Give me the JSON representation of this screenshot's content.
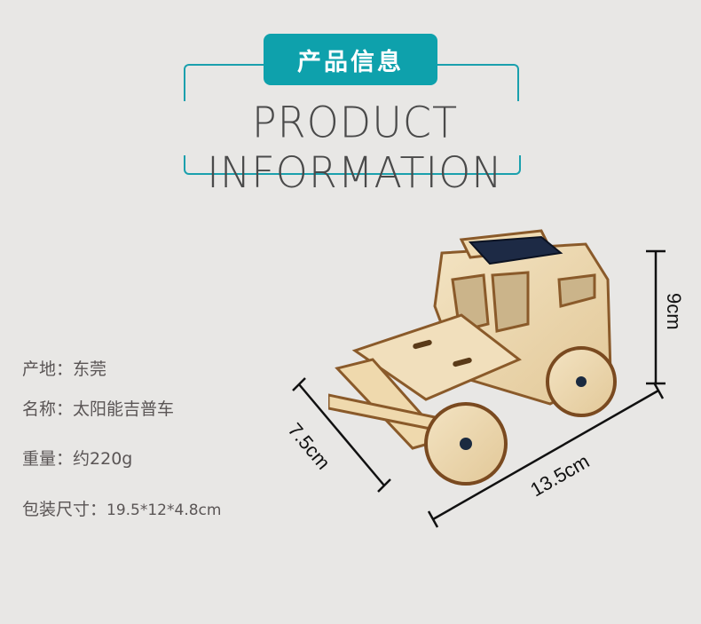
{
  "header": {
    "title_cn": "产品信息",
    "title_en": "PRODUCT INFORMATION",
    "accent_color": "#0ea1ac"
  },
  "specs": [
    {
      "label": "产地：",
      "value": "东莞"
    },
    {
      "label": "名称：",
      "value": "太阳能吉普车"
    },
    {
      "label": "重量：",
      "value": "约220g"
    },
    {
      "label": "包装尺寸：",
      "value": "19.5*12*4.8cm"
    }
  ],
  "dimensions": {
    "height": "9cm",
    "length": "13.5cm",
    "width": "7.5cm"
  },
  "product_image": {
    "subject": "wooden-solar-jeep-model"
  }
}
